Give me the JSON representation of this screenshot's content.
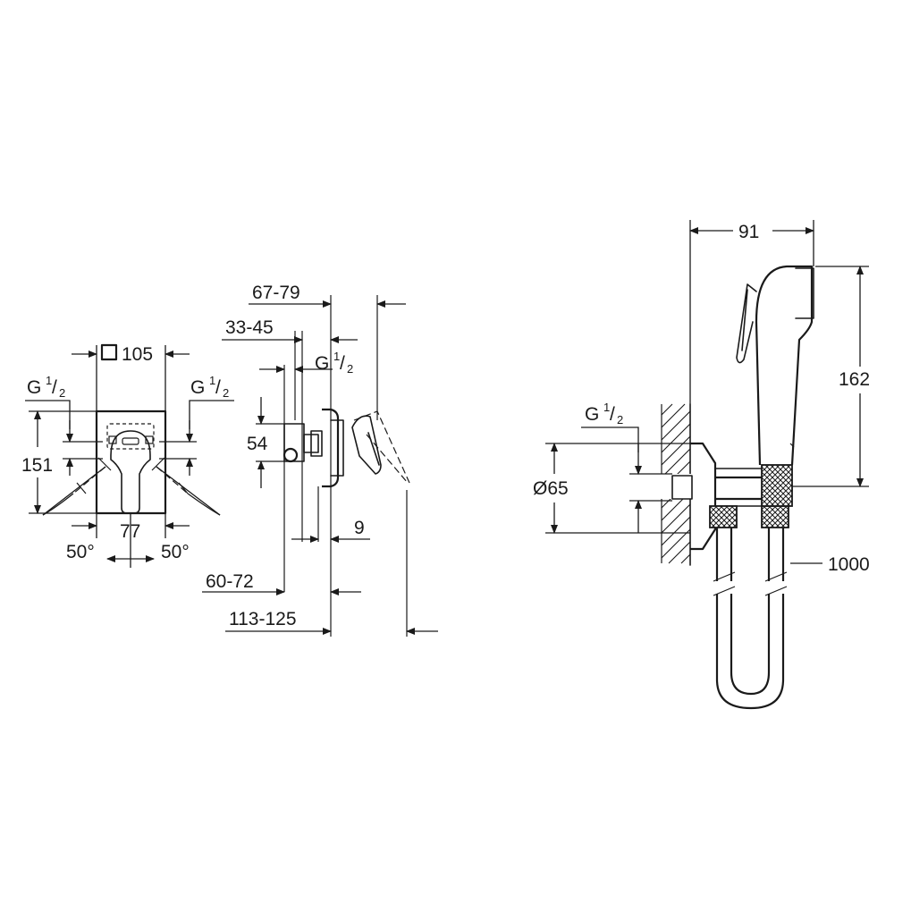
{
  "front_view": {
    "width_dim": "105",
    "thread_left": {
      "base": "G",
      "num": "1",
      "den": "2"
    },
    "thread_right": {
      "base": "G",
      "num": "1",
      "den": "2"
    },
    "height_dim": "151",
    "spacing_dim": "77",
    "angle_left": "50°",
    "angle_right": "50°"
  },
  "side_view": {
    "dim_67_79": "67-79",
    "dim_33_45": "33-45",
    "thread": {
      "base": "G",
      "num": "1",
      "den": "2"
    },
    "dim_54": "54",
    "dim_9": "9",
    "dim_60_72": "60-72",
    "dim_113_125": "113-125"
  },
  "spray_view": {
    "dim_91": "91",
    "dim_162": "162",
    "thread": {
      "base": "G",
      "num": "1",
      "den": "2"
    },
    "dim_diameter": "Ø65",
    "hose_length": "1000"
  }
}
